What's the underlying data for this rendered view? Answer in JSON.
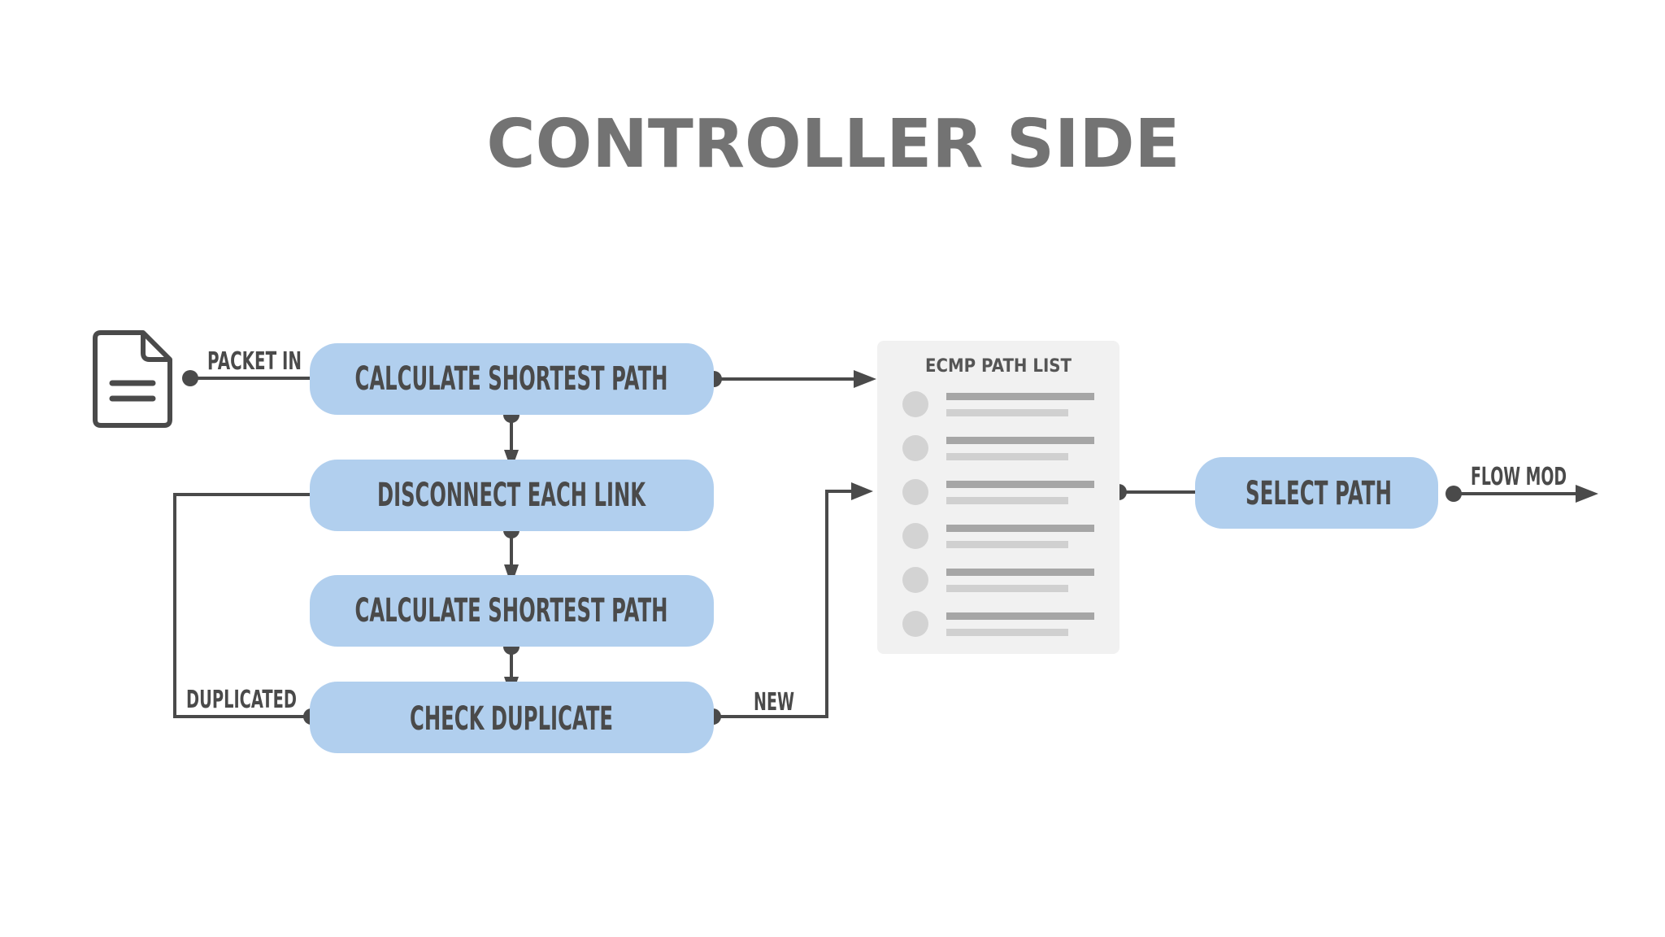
{
  "title": "CONTROLLER SIDE",
  "nodes": {
    "calc_1": "CALCULATE SHORTEST PATH",
    "disconnect": "DISCONNECT EACH LINK",
    "calc_2": "CALCULATE SHORTEST PATH",
    "check": "CHECK DUPLICATE",
    "select": "SELECT PATH"
  },
  "edge_labels": {
    "packet_in": "PACKET IN",
    "duplicated": "DUPLICATED",
    "new": "NEW",
    "flow_mod": "FLOW MOD"
  },
  "ecmp_list": {
    "title": "ECMP PATH LIST",
    "item_count": 6
  },
  "icons": {
    "input": "document-icon"
  },
  "colors": {
    "box_fill": "#b1cfee",
    "line": "#4a4a4a",
    "title": "#737373",
    "list_panel": "#f1f1f1"
  }
}
